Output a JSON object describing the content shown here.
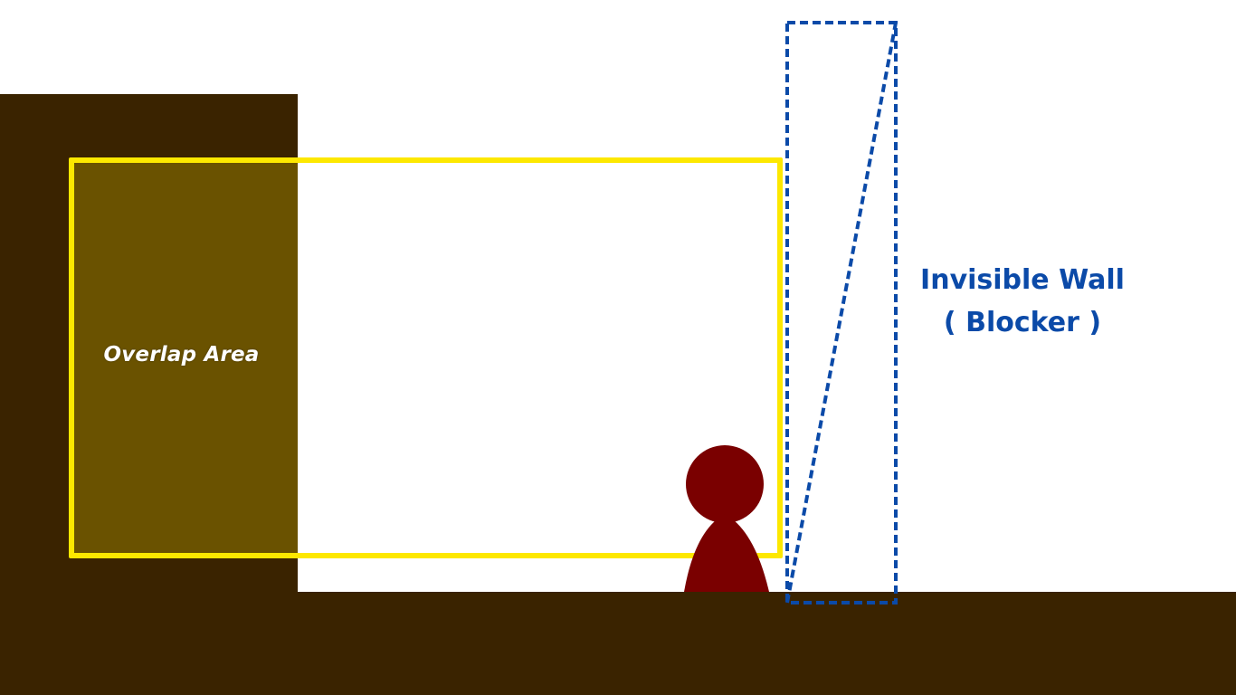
{
  "colors": {
    "background": "#ffffff",
    "ground": "#3a2300",
    "overlap_fill": "#6a5200",
    "overlap_text": "#ffffff",
    "camera_frame": "#fde800",
    "character": "#7a0000",
    "invisible_wall": "#0b4aa8"
  },
  "overlap": {
    "label": "Overlap Area"
  },
  "invisible_wall": {
    "title": "Invisible Wall",
    "subtitle": "( Blocker )"
  },
  "icons": {
    "character": "character-figure-icon"
  }
}
